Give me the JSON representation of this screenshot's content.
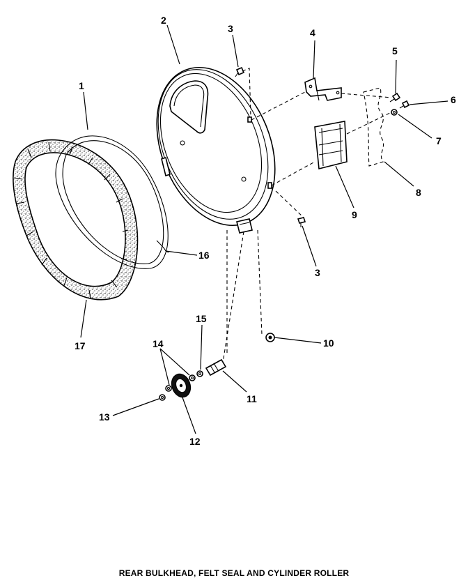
{
  "caption": "REAR BULKHEAD, FELT SEAL AND CYLINDER ROLLER",
  "callouts": {
    "c1": "1",
    "c2": "2",
    "c3a": "3",
    "c3b": "3",
    "c4": "4",
    "c5": "5",
    "c6": "6",
    "c7": "7",
    "c8": "8",
    "c9": "9",
    "c10": "10",
    "c11": "11",
    "c12": "12",
    "c13": "13",
    "c14": "14",
    "c15": "15",
    "c16": "16",
    "c17": "17"
  }
}
